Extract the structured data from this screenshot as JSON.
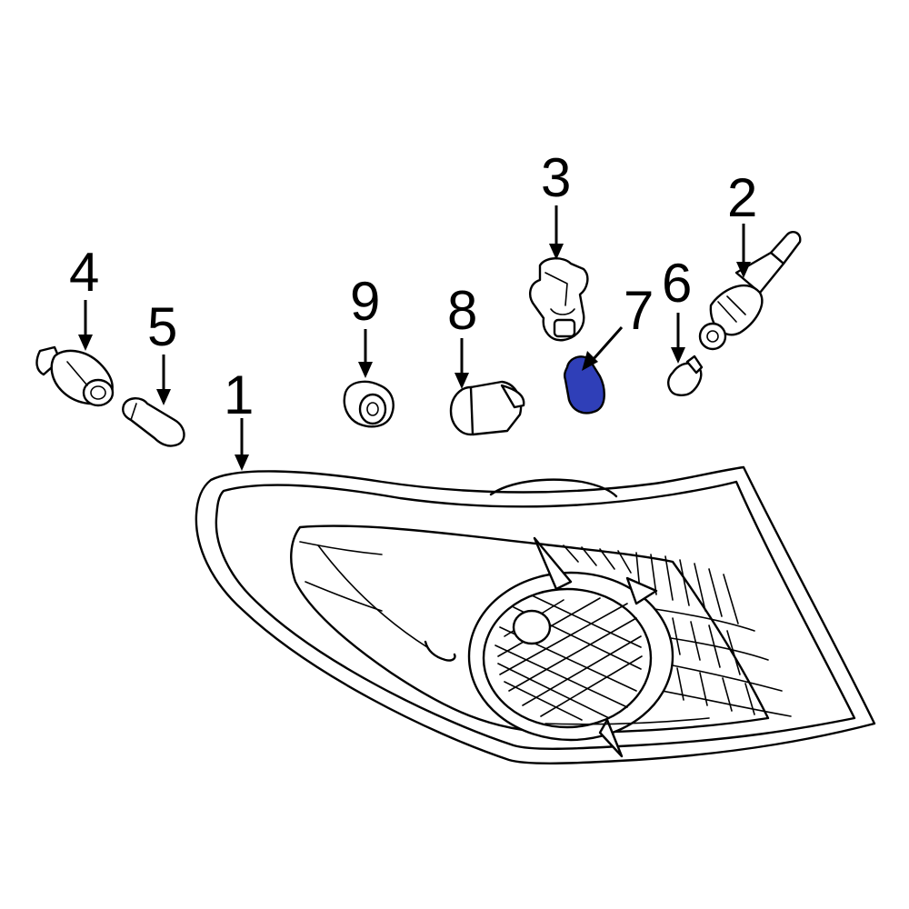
{
  "callouts": [
    "1",
    "2",
    "3",
    "4",
    "5",
    "6",
    "7",
    "8",
    "9"
  ],
  "highlight_color": "#2f3fb8"
}
